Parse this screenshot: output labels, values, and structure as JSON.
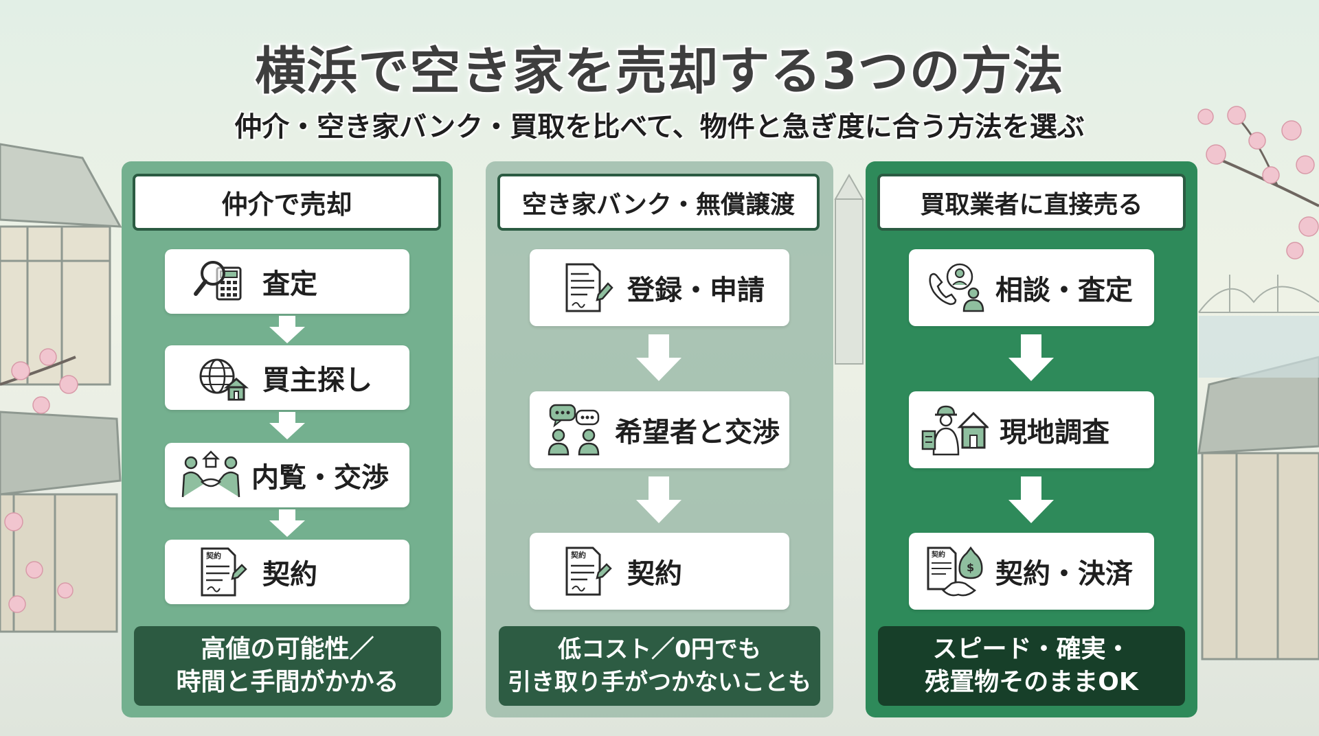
{
  "title": "横浜で空き家を売却する3つの方法",
  "subtitle": "仲介・空き家バンク・買取を比べて、物件と急ぎ度に合う方法を選ぶ",
  "colors": {
    "col1_bg": "#74b08f",
    "col2_bg": "#9dbcaa",
    "col3_bg": "#2e8a5a",
    "header_border": "#2b5b42",
    "arrow": "#ffffff",
    "icon_stroke": "#2a2a2a",
    "icon_fill": "#8fbf9f"
  },
  "columns": [
    {
      "header": "仲介で売却",
      "steps": [
        {
          "label": "査定",
          "icon": "magnifier-calculator-icon"
        },
        {
          "label": "買主探し",
          "icon": "globe-house-icon"
        },
        {
          "label": "内覧・交渉",
          "icon": "handshake-people-icon"
        },
        {
          "label": "契約",
          "icon": "contract-pen-icon",
          "icon_text": "契約"
        }
      ],
      "note": [
        "高値の可能性／",
        "時間と手間がかかる"
      ]
    },
    {
      "header": "空き家バンク・無償譲渡",
      "steps": [
        {
          "label": "登録・申請",
          "icon": "document-pen-icon"
        },
        {
          "label": "希望者と交渉",
          "icon": "chat-people-icon"
        },
        {
          "label": "契約",
          "icon": "contract-pen-icon",
          "icon_text": "契約"
        }
      ],
      "note": [
        "低コスト／0円でも",
        "引き取り手がつかないことも"
      ]
    },
    {
      "header": "買取業者に直接売る",
      "steps": [
        {
          "label": "相談・査定",
          "icon": "phone-consult-icon"
        },
        {
          "label": "現地調査",
          "icon": "inspector-house-icon"
        },
        {
          "label": "契約・決済",
          "icon": "contract-money-handshake-icon",
          "icon_text": "契約"
        }
      ],
      "note": [
        "スピード・確実・",
        "残置物そのままOK"
      ]
    }
  ]
}
